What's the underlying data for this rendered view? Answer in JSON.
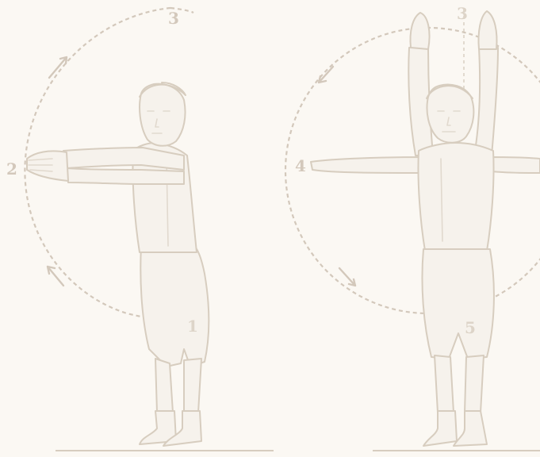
{
  "figure_left": {
    "labels": {
      "one": "1",
      "two": "2",
      "three": "3"
    }
  },
  "figure_right": {
    "labels": {
      "three": "3",
      "four": "4",
      "five": "5"
    }
  },
  "colors": {
    "background": "#fbf8f3",
    "ink": "#d7cdbf",
    "dashed_path": "#d3c8bb"
  }
}
